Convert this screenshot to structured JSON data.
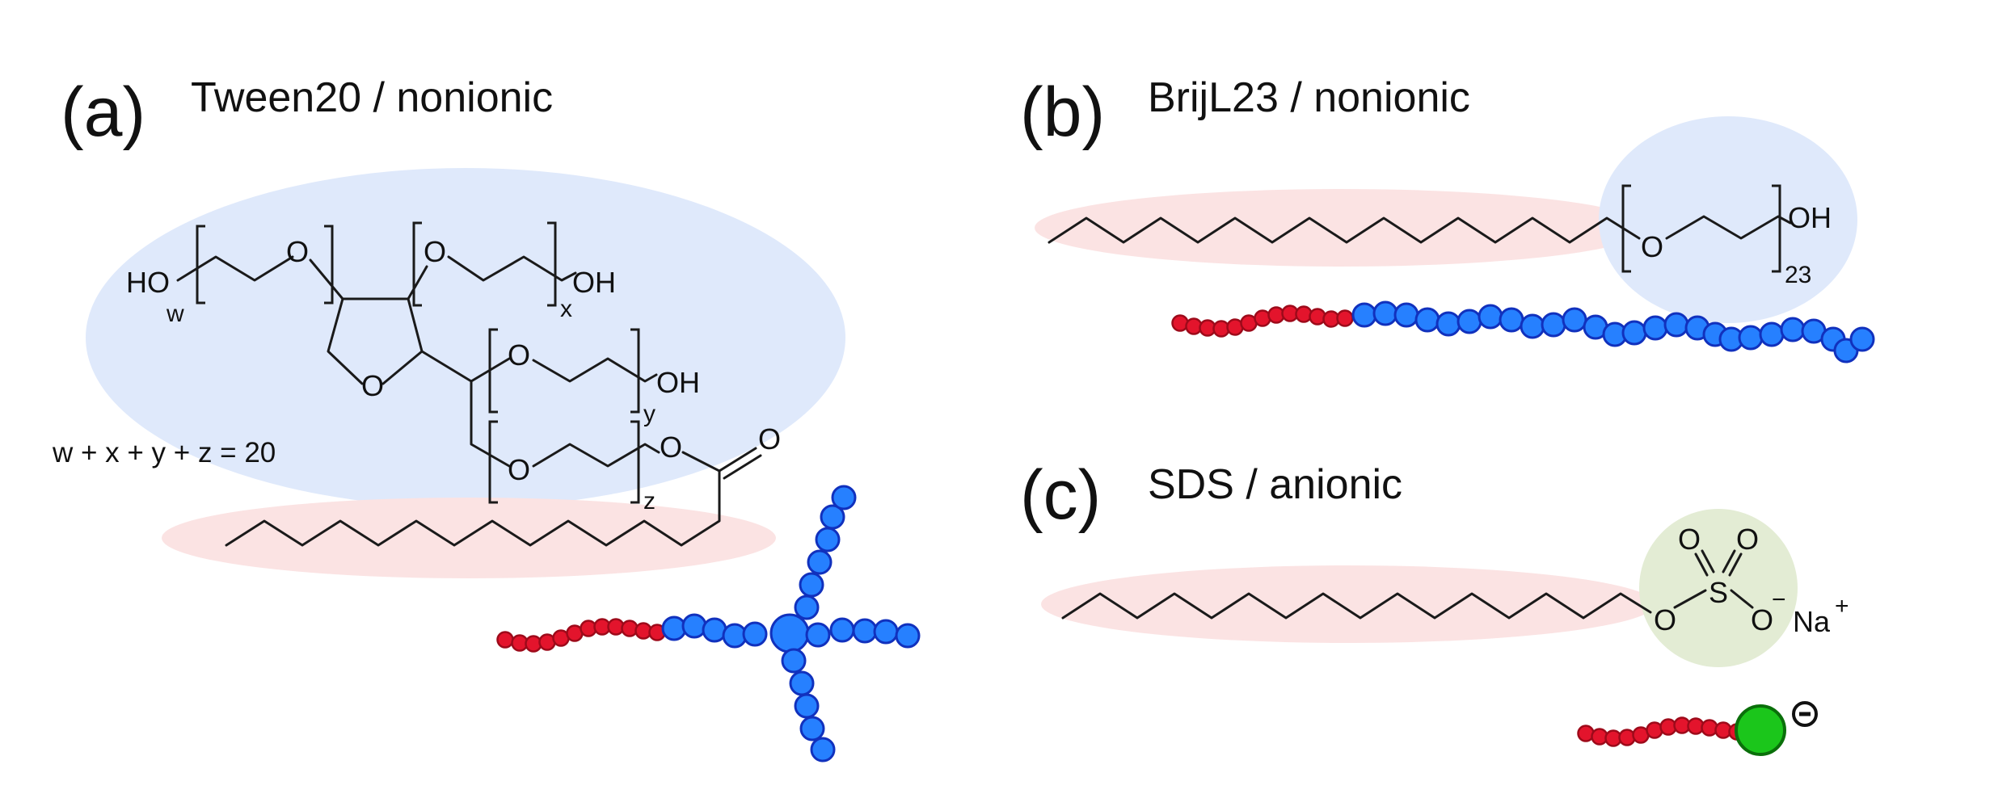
{
  "colors": {
    "hydrophilic_region": "#dfe9fb",
    "hydrophobic_region": "#fbe3e3",
    "ionic_region": "#e3ecd4",
    "tail_bead": "#e3142c",
    "head_bead": "#2680ff",
    "anionic_bead": "#1bc61b"
  },
  "panels": {
    "a": {
      "label": "(a)",
      "title": "Tween20 / nonionic",
      "equation": "w + x + y + z = 20",
      "atoms": {
        "ho": "HO",
        "oh1": "OH",
        "oh2": "OH",
        "o_chain1": "O",
        "o_chain2": "O",
        "o_ring": "O",
        "o_chain3": "O",
        "o_chain4": "O",
        "o_ester": "O",
        "o_carbonyl": "O"
      },
      "subscripts": {
        "w": "w",
        "x": "x",
        "y": "y",
        "z": "z"
      }
    },
    "b": {
      "label": "(b)",
      "title": "BrijL23 / nonionic",
      "atoms": {
        "o": "O",
        "oh": "OH"
      },
      "subscripts": {
        "n": "23"
      }
    },
    "c": {
      "label": "(c)",
      "title": "SDS / anionic",
      "atoms": {
        "o1": "O",
        "o2": "O",
        "o3": "O",
        "o4": "O",
        "s": "S",
        "na": "Na"
      },
      "charges": {
        "minus": "−",
        "plus": "+",
        "head": "−"
      }
    }
  }
}
